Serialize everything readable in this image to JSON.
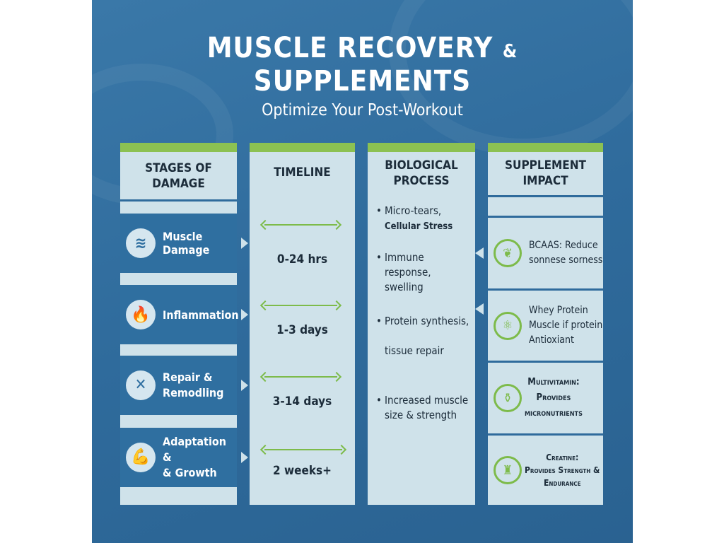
{
  "title": {
    "line1": "MUSCLE RECOVERY",
    "amp": "&",
    "line2": "SUPPLEMENTS",
    "subtitle": "Optimize Your Post-Workout"
  },
  "columns": {
    "stages": "STAGES OF\nDAMAGE",
    "timeline": "TIMELINE",
    "process": "BIOLOGICAL\nPROCESS",
    "impact": "SUPPLEMENT\nIMPACT"
  },
  "stages": [
    {
      "label": "Muscle Damage",
      "icon": "muscle-fiber-icon"
    },
    {
      "label": "Inflammation",
      "icon": "flame-icon"
    },
    {
      "label": "Repair &\nRemodling",
      "icon": "tools-icon"
    },
    {
      "label": "Adaptation &\n& Growth",
      "icon": "flexed-arm-icon"
    }
  ],
  "timeline": [
    "0-24 hrs",
    "1-3 days",
    "3-14 days",
    "2 weeks+"
  ],
  "process": [
    {
      "a": "Micro-tears,",
      "b": "Cellular Stress"
    },
    {
      "a": "Immune response,\nswelling"
    },
    {
      "a": "Protein synthesis,",
      "b": "tissue repair"
    },
    {
      "a": "Increased muscle\nsize & strength"
    }
  ],
  "supplements": [
    {
      "text": "BCAAS: Reduce\nsonnese sorness",
      "icon": "bcaa-icon"
    },
    {
      "text": "Whey Protein\nMuscle if protein\nAntioxiant",
      "icon": "molecule-icon"
    },
    {
      "text": "Multivitamin:\nProvides\nmicronutrients",
      "icon": "bottle-icon"
    },
    {
      "text": "Creatine:\nProvides Strength &\nEndurance",
      "icon": "strength-icon"
    }
  ],
  "colors": {
    "background": "#2f6b9c",
    "panel": "#cfe2ea",
    "accent": "#8cc152",
    "stage": "#2f6fa0"
  }
}
